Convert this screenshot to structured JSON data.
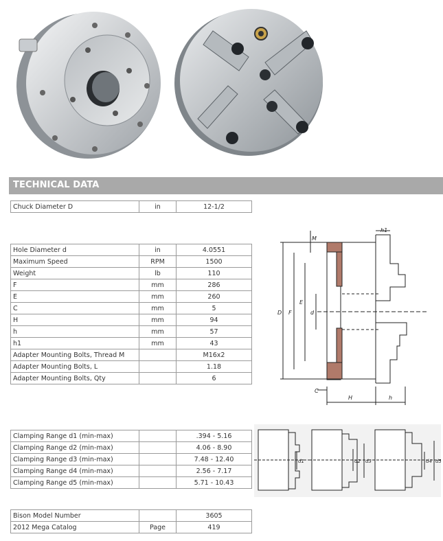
{
  "section_title": "TECHNICAL DATA",
  "chuck_table": [
    {
      "label": "Chuck Diameter D",
      "unit": "in",
      "value": "12-1/2"
    }
  ],
  "spec_table": [
    {
      "label": "Hole Diameter d",
      "unit": "in",
      "value": "4.0551"
    },
    {
      "label": "Maximum Speed",
      "unit": "RPM",
      "value": "1500"
    },
    {
      "label": "Weight",
      "unit": "lb",
      "value": "110"
    },
    {
      "label": "F",
      "unit": "mm",
      "value": "286"
    },
    {
      "label": "E",
      "unit": "mm",
      "value": "260"
    },
    {
      "label": "C",
      "unit": "mm",
      "value": "5"
    },
    {
      "label": "H",
      "unit": "mm",
      "value": "94"
    },
    {
      "label": "h",
      "unit": "mm",
      "value": "57"
    },
    {
      "label": "h1",
      "unit": "mm",
      "value": "43"
    },
    {
      "label": "Adapter Mounting Bolts, Thread M",
      "unit": "",
      "value": "M16x2"
    },
    {
      "label": "Adapter Mounting Bolts, L",
      "unit": "",
      "value": "1.18"
    },
    {
      "label": "Adapter Mounting Bolts, Qty",
      "unit": "",
      "value": "6"
    }
  ],
  "clamping_table": [
    {
      "label": "Clamping Range d1 (min-max)",
      "unit": "",
      "value": ".394 - 5.16"
    },
    {
      "label": "Clamping Range d2 (min-max)",
      "unit": "",
      "value": "4.06 - 8.90"
    },
    {
      "label": "Clamping Range d3 (min-max)",
      "unit": "",
      "value": "7.48 - 12.40"
    },
    {
      "label": "Clamping Range d4 (min-max)",
      "unit": "",
      "value": "2.56 - 7.17"
    },
    {
      "label": "Clamping Range d5 (min-max)",
      "unit": "",
      "value": "5.71 - 10.43"
    }
  ],
  "model_table": [
    {
      "label": "Bison Model Number",
      "unit": "",
      "value": "3605"
    },
    {
      "label": "2012 Mega Catalog",
      "unit": "Page",
      "value": "419"
    }
  ],
  "diagram_labels": {
    "M": "M",
    "h1": "h1",
    "D": "D",
    "F": "F",
    "E": "E",
    "d": "d",
    "C": "C",
    "H": "H",
    "h": "h",
    "d1": "d1",
    "d2": "d2",
    "d3": "d3",
    "d4": "d4",
    "d5": "d5"
  },
  "colors": {
    "header_bg": "#a9a9a9",
    "header_text": "#ffffff",
    "border": "#9a9a9a"
  }
}
